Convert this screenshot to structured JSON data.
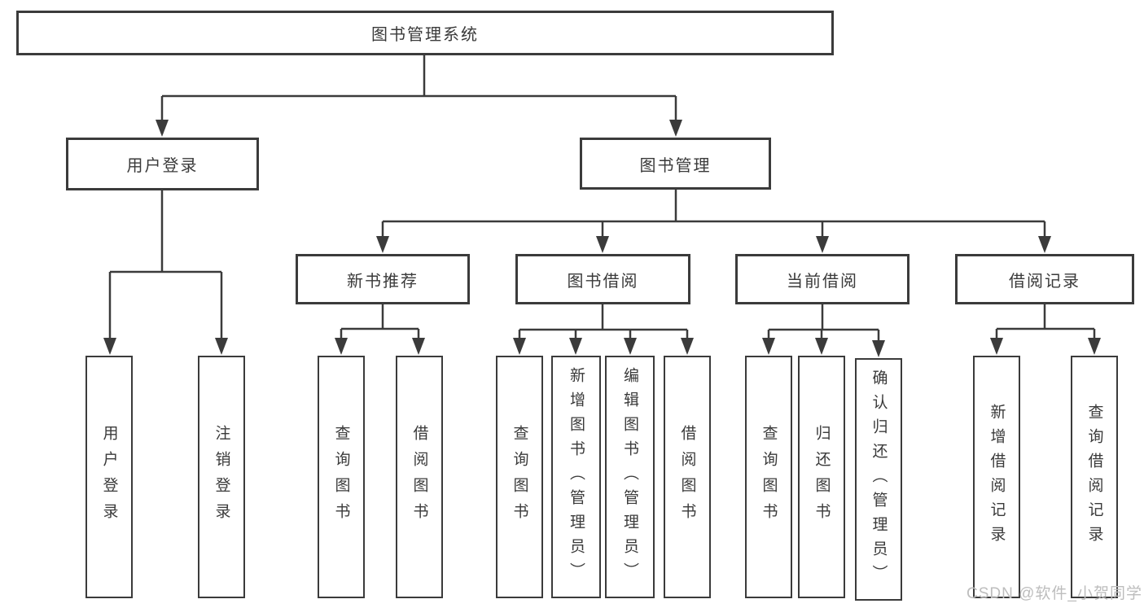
{
  "diagram_title": "图书管理系统",
  "watermark": "CSDN @软件_小贺同学",
  "colors": {
    "line": "#3b3b3b",
    "text": "#3a3a3a",
    "watermark": "#bdbdbd",
    "background": "#ffffff"
  },
  "tree": {
    "label": "图书管理系统",
    "children": [
      {
        "label": "用户登录",
        "children": [
          {
            "label": "用户登录"
          },
          {
            "label": "注销登录"
          }
        ]
      },
      {
        "label": "图书管理",
        "children": [
          {
            "label": "新书推荐",
            "children": [
              {
                "label": "查询图书"
              },
              {
                "label": "借阅图书"
              }
            ]
          },
          {
            "label": "图书借阅",
            "children": [
              {
                "label": "查询图书"
              },
              {
                "label": "新增图书（管理员）"
              },
              {
                "label": "编辑图书（管理员）"
              },
              {
                "label": "借阅图书"
              }
            ]
          },
          {
            "label": "当前借阅",
            "children": [
              {
                "label": "查询图书"
              },
              {
                "label": "归还图书"
              },
              {
                "label": "确认归还（管理员）"
              }
            ]
          },
          {
            "label": "借阅记录",
            "children": [
              {
                "label": "新增借阅记录"
              },
              {
                "label": "查询借阅记录"
              }
            ]
          }
        ]
      }
    ]
  }
}
